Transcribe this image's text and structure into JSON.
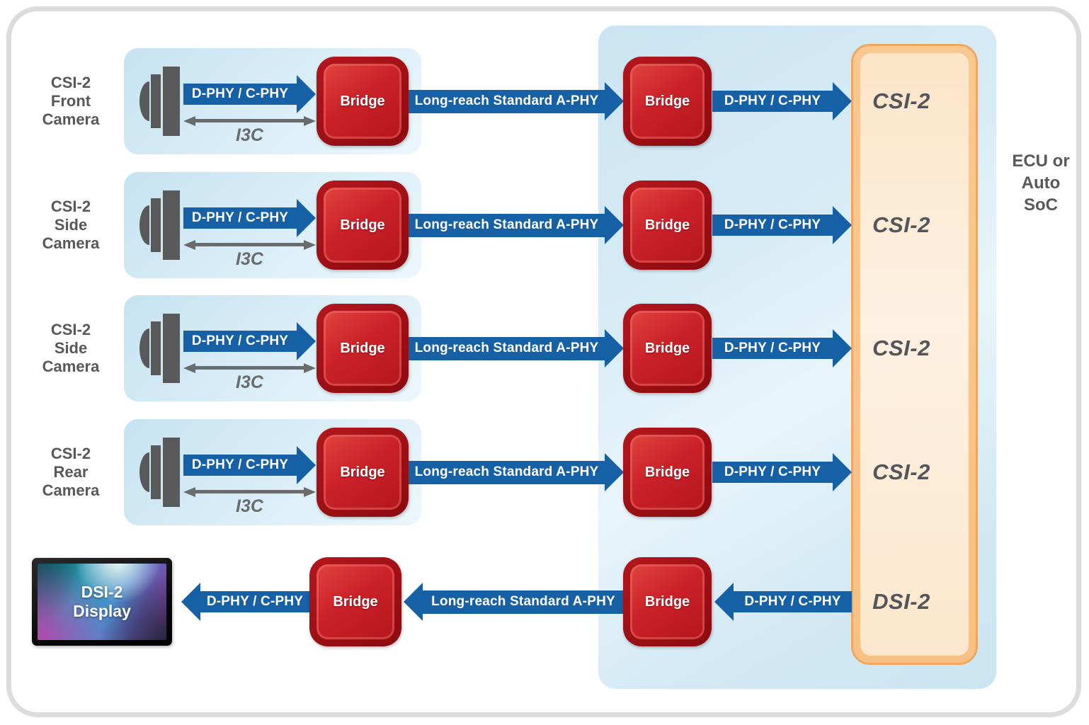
{
  "colors": {
    "arrow_blue": "#1660a5",
    "i3c_gray": "#6a6b6d",
    "bridge_red_fill": "#c9232a",
    "bridge_red_border": "#9c1015",
    "camera_module_blue": "#d9edf7",
    "ecu_panel_blue": "#cde6f2",
    "soc_orange_border": "#f8c58c",
    "soc_orange_fill": "#fcedd9",
    "label_gray": "#57585a"
  },
  "ecu_label": "ECU or\nAuto\nSoC",
  "camera_rows": [
    {
      "label": "CSI-2\nFront\nCamera",
      "dphy_in": "D-PHY / C-PHY",
      "i3c_label": "I3C",
      "bridge_camera": "Bridge",
      "link_label": "Long-reach Standard A-PHY",
      "bridge_ecu": "Bridge",
      "dphy_out": "D-PHY / C-PHY",
      "soc_port": "CSI-2"
    },
    {
      "label": "CSI-2\nSide\nCamera",
      "dphy_in": "D-PHY / C-PHY",
      "i3c_label": "I3C",
      "bridge_camera": "Bridge",
      "link_label": "Long-reach Standard A-PHY",
      "bridge_ecu": "Bridge",
      "dphy_out": "D-PHY / C-PHY",
      "soc_port": "CSI-2"
    },
    {
      "label": "CSI-2\nSide\nCamera",
      "dphy_in": "D-PHY / C-PHY",
      "i3c_label": "I3C",
      "bridge_camera": "Bridge",
      "link_label": "Long-reach Standard A-PHY",
      "bridge_ecu": "Bridge",
      "dphy_out": "D-PHY / C-PHY",
      "soc_port": "CSI-2"
    },
    {
      "label": "CSI-2\nRear\nCamera",
      "dphy_in": "D-PHY / C-PHY",
      "i3c_label": "I3C",
      "bridge_camera": "Bridge",
      "link_label": "Long-reach Standard A-PHY",
      "bridge_ecu": "Bridge",
      "dphy_out": "D-PHY / C-PHY",
      "soc_port": "CSI-2"
    }
  ],
  "display_row": {
    "display_label": "DSI-2\nDisplay",
    "dphy_to_display": "D-PHY / C-PHY",
    "bridge_display": "Bridge",
    "link_label": "Long-reach Standard A-PHY",
    "bridge_ecu": "Bridge",
    "dphy_from_soc": "D-PHY / C-PHY",
    "soc_port": "DSI-2"
  }
}
